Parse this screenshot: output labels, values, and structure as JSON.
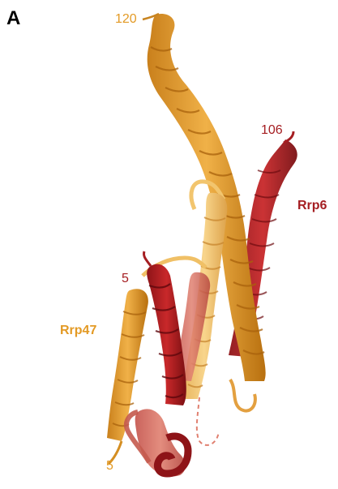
{
  "panel_label": "A",
  "colors": {
    "rrp47_main": "#E8A030",
    "rrp47_light": "#F2C56E",
    "rrp47_dark": "#B86E12",
    "rrp6_main": "#B31E22",
    "rrp6_light": "#D9665A",
    "rrp6_dark": "#7E1014",
    "label_rrp47": "#E39A25",
    "label_rrp6": "#A51E22"
  },
  "labels": {
    "rrp47_name": "Rrp47",
    "rrp6_name": "Rrp6",
    "rrp47_c_term": "120",
    "rrp6_c_term": "106",
    "rrp6_n_term": "5",
    "rrp47_n_term": "5"
  }
}
